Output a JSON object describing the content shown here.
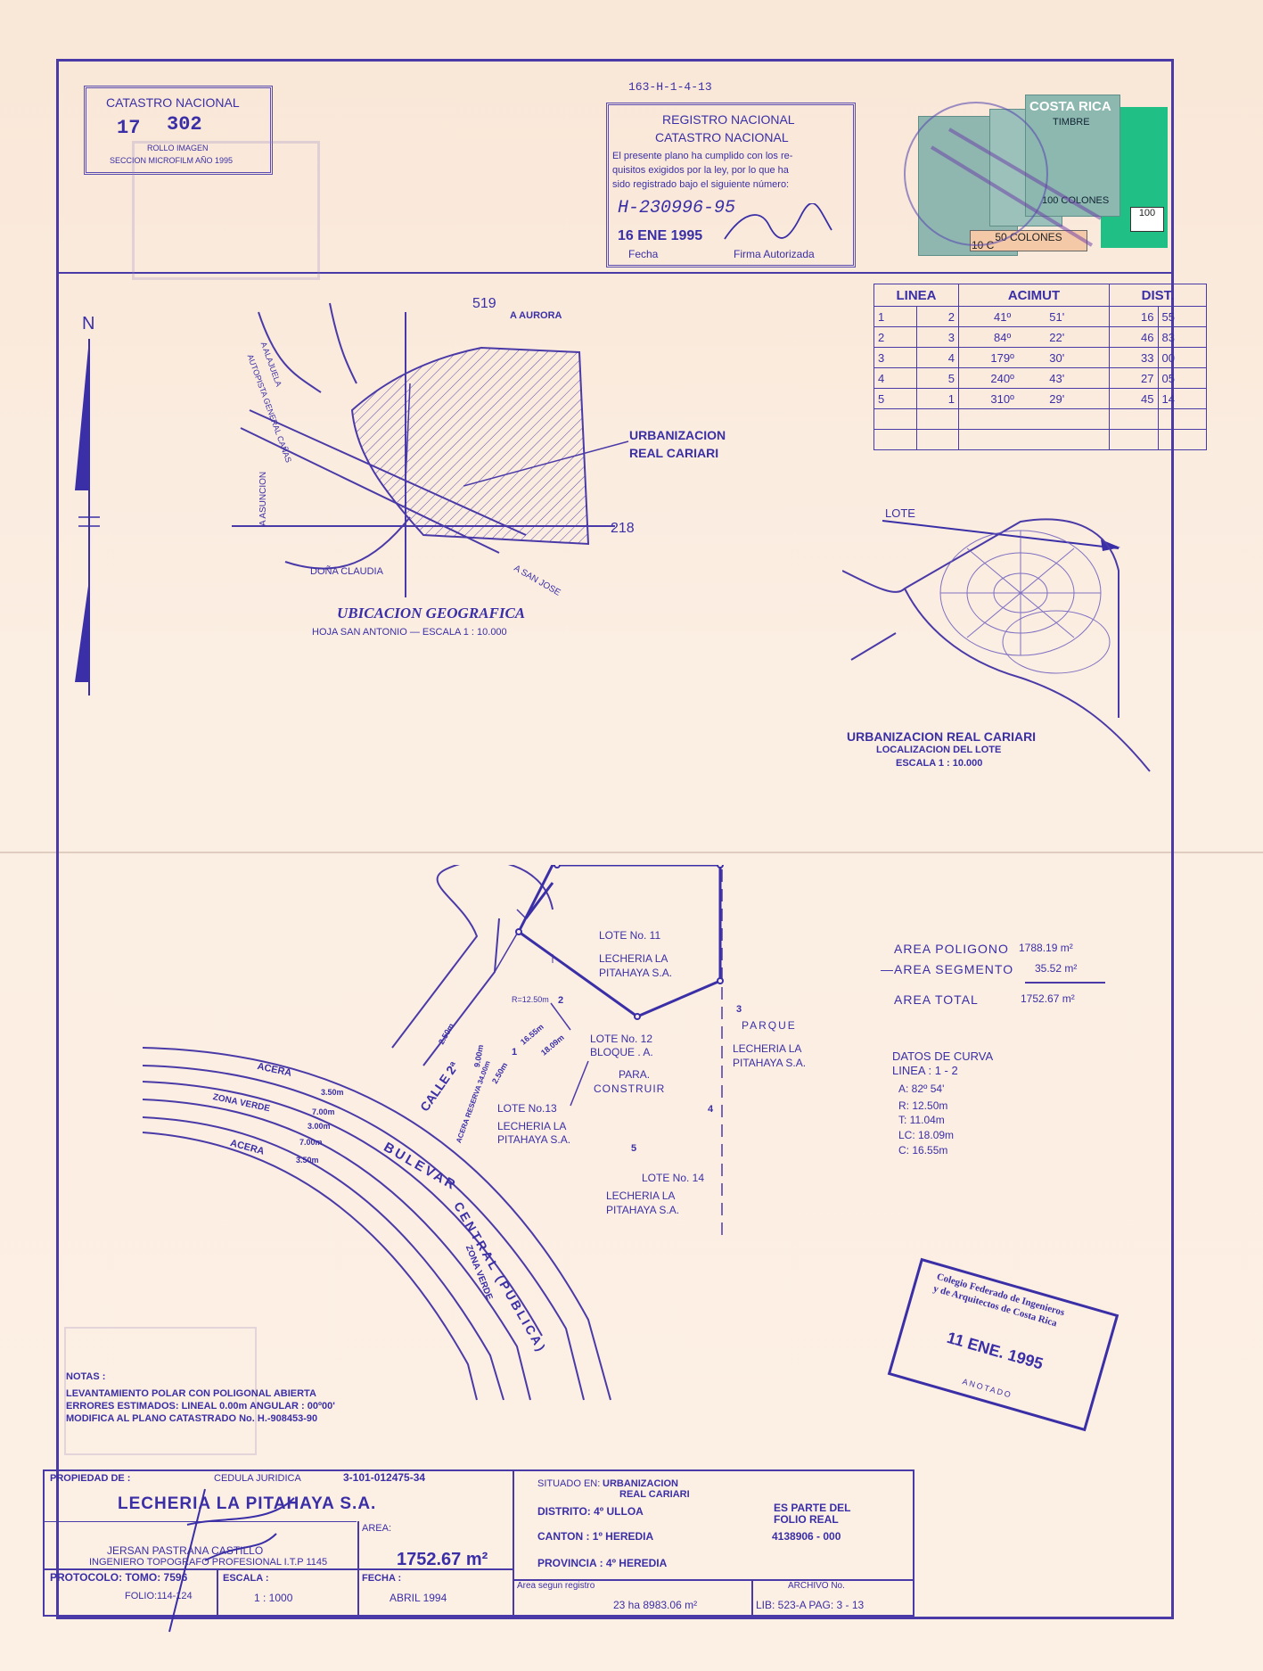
{
  "header": {
    "catastro_box": {
      "title": "CATASTRO NACIONAL",
      "number_a": "17",
      "number_b": "302",
      "line1": "ROLLO IMAGEN",
      "line2": "SECCION MICROFILM AÑO 1995"
    },
    "ref_code": "163-H-1-4-13",
    "registro": {
      "title1": "REGISTRO NACIONAL",
      "title2": "CATASTRO NACIONAL",
      "body1": "El presente plano ha cumplido con los re-",
      "body2": "quisitos exigidos por la ley, por lo que ha",
      "body3": "sido registrado bajo el siguiente número:",
      "number": "H-230996-95",
      "date": "16 ENE 1995",
      "fecha_label": "Fecha",
      "firma_label": "Firma Autorizada"
    },
    "stamps": {
      "country": "COSTA RICA",
      "timbre": "TIMBRE",
      "v1": "100 COLONES",
      "v2": "50 COLONES",
      "v3": "100",
      "v4": "10 C"
    }
  },
  "azimuth_table": {
    "headers": [
      "LINEA",
      "ACIMUT",
      "DIST."
    ],
    "rows": [
      [
        "1",
        "2",
        "41º",
        "51'",
        "16",
        "55"
      ],
      [
        "2",
        "3",
        "84º",
        "22'",
        "46",
        "83"
      ],
      [
        "3",
        "4",
        "179º",
        "30'",
        "33",
        "00"
      ],
      [
        "4",
        "5",
        "240º",
        "43'",
        "27",
        "05"
      ],
      [
        "5",
        "1",
        "310º",
        "29'",
        "45",
        "14"
      ],
      [
        "",
        "",
        "",
        "",
        "",
        ""
      ],
      [
        "",
        "",
        "",
        "",
        "",
        ""
      ]
    ]
  },
  "ubicacion": {
    "north": "N",
    "coord_top": "519",
    "coord_right": "218",
    "aurora": "A AURORA",
    "alajuela": "A ALAJUELA",
    "autopista": "AUTOPISTA GENERAL CAÑAS",
    "asuncion": "A ASUNCION",
    "dona_claudia": "DOÑA CLAUDIA",
    "san_jose": "A SAN JOSE",
    "urbanizacion1": "URBANIZACION",
    "urbanizacion2": "REAL CARIARI",
    "title": "UBICACION  GEOGRAFICA",
    "subtitle": "HOJA SAN ANTONIO   —   ESCALA  1 : 10.000"
  },
  "localizacion": {
    "lote": "LOTE",
    "title": "URBANIZACION  REAL CARIARI",
    "line2": "LOCALIZACION  DEL  LOTE",
    "line3": "ESCALA  1 : 10.000"
  },
  "plan": {
    "lote11": "LOTE  No. 11",
    "lote11_owner1": "LECHERIA  LA",
    "lote11_owner2": "PITAHAYA  S.A.",
    "parque": "PARQUE",
    "parque_owner1": "LECHERIA  LA",
    "parque_owner2": "PITAHAYA  S.A.",
    "lote12_1": "LOTE  No. 12",
    "lote12_2": "BLOQUE . A.",
    "lote12_3": "PARA.",
    "lote12_4": "CONSTRUIR",
    "lote13_1": "LOTE  No.13",
    "lote13_2": "LECHERIA  LA",
    "lote13_3": "PITAHAYA  S.A.",
    "lote14_1": "LOTE  No. 14",
    "lote14_2": "LECHERIA  LA",
    "lote14_3": "PITAHAYA  S.A.",
    "radius": "R=12.50m",
    "p1": "1",
    "p2": "2",
    "p3": "3",
    "p4": "4",
    "p5": "5",
    "acera": "ACERA",
    "zona_verde": "ZONA   VERDE",
    "calle": "CALLE 2ª",
    "bulevar": "BULEVAR",
    "central": "CENTRAL (PUBLICA)",
    "zona_verde2": "ZONA VERDE",
    "m350a": "3.50m",
    "m700a": "7.00m",
    "m300": "3.00m",
    "m700b": "7.00m",
    "m350b": "3.50m",
    "m250a": "2.50m",
    "m900": "9.00m",
    "m250b": "2.50m",
    "m1655": "16.55m",
    "m1809": "18.09m",
    "reserva": "ACERA RESERVA 34.00m"
  },
  "areas": {
    "poligono_label": "AREA  POLIGONO",
    "poligono": "1788.19 m²",
    "segmento_label": "—AREA  SEGMENTO",
    "segmento": "35.52 m²",
    "total_label": "AREA  TOTAL",
    "total": "1752.67 m²"
  },
  "curva": {
    "title": "DATOS DE CURVA",
    "linea": "LINEA : 1 - 2",
    "a": "A:  82º  54'",
    "r": "R:  12.50m",
    "t": "T:  11.04m",
    "lc": "LC:  18.09m",
    "c": "C:  16.55m"
  },
  "colegio": {
    "line1": "Colegio Federado de Ingenieros",
    "line2": "y de Arquitectos de Costa Rica",
    "date": "11 ENE. 1995",
    "anotado": "ANOTADO"
  },
  "notas": {
    "title": "NOTAS :",
    "l1": "LEVANTAMIENTO POLAR CON POLIGONAL ABIERTA",
    "l2": "ERRORES ESTIMADOS: LINEAL 0.00m  ANGULAR : 00º00'",
    "l3": "MODIFICA AL PLANO CATASTRADO No. H.-908453-90"
  },
  "footer": {
    "propiedad_label": "PROPIEDAD DE :",
    "cedula_label": "CEDULA JURIDICA",
    "cedula": "3-101-012475-34",
    "owner": "LECHERIA  LA PITAHAYA  S.A.",
    "engineer": "JERSAN  PASTRANA  CASTILLO",
    "engineer_title": "INGENIERO  TOPOGRAFO PROFESIONAL  I.T.P 1145",
    "area_label": "AREA:",
    "area_value": "1752.67 m²",
    "protocolo": "PROTOCOLO: TOMO: 7596",
    "folio": "FOLIO:114-124",
    "escala_label": "ESCALA :",
    "escala": "1 : 1000",
    "fecha_label": "FECHA :",
    "fecha": "ABRIL  1994",
    "situado_label": "SITUADO EN:",
    "situado1": "URBANIZACION",
    "situado2": "REAL CARIARI",
    "distrito": "DISTRITO: 4º ULLOA",
    "canton": "CANTON : 1º HEREDIA",
    "provincia": "PROVINCIA : 4º HEREDIA",
    "parte1": "ES PARTE DEL",
    "parte2": "FOLIO REAL",
    "folio_real": "4138906 - 000",
    "area_registro": "Area segun registro",
    "area_registro_value": "23 ha  8983.06 m²",
    "archivo_label": "ARCHIVO No.",
    "archivo": "LIB: 523-A   PAG: 3 - 13"
  }
}
